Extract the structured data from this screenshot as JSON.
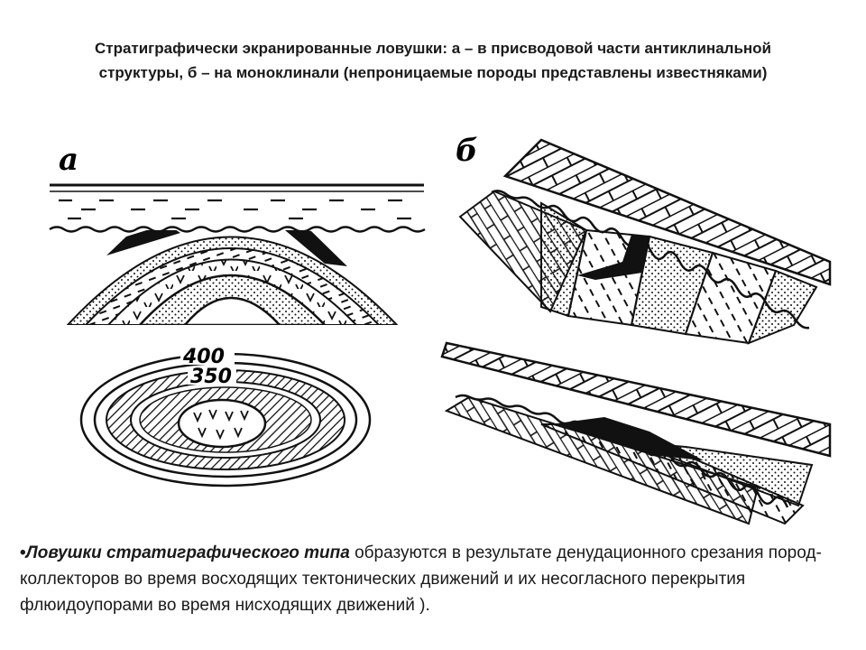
{
  "title": {
    "line1": "Стратиграфически экранированные ловушки: а – в присводовой части антиклинальной",
    "line2": "структуры, б – на моноклинали (непроницаемые породы представлены известняками)"
  },
  "figure": {
    "label_a": "а",
    "label_b": "б",
    "contour_outer": "400",
    "contour_inner": "350",
    "legend_marks": [
      "v"
    ]
  },
  "bullet": {
    "marker": "•",
    "term": "Ловушки стратиграфического типа",
    "text": " образуются в результате денудационного срезания пород-коллекторов во время восходящих тектонических движений и их несогласного перекрытия флюидоупорами во время нисходящих движений )."
  },
  "colors": {
    "ink": "#111111",
    "text": "#1a1a1a",
    "background": "#ffffff"
  }
}
